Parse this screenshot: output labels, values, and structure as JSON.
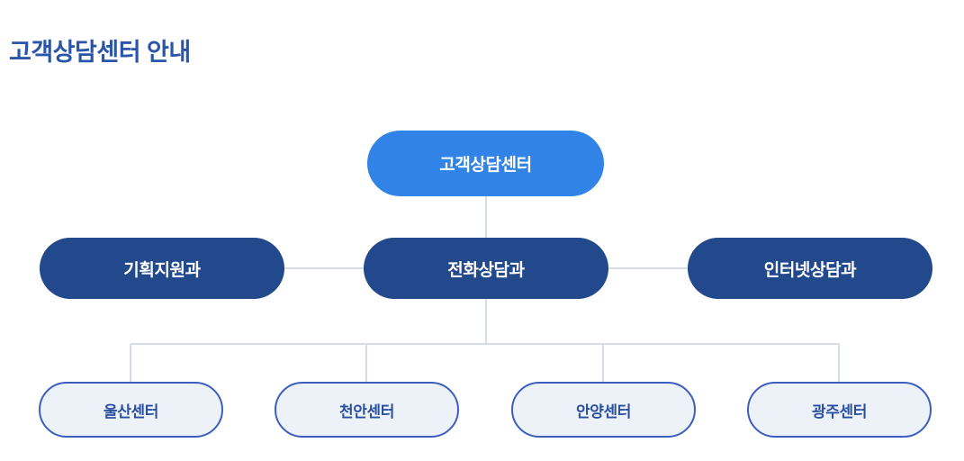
{
  "page": {
    "title": "고객상담센터 안내",
    "title_color": "#2a55a8",
    "background_color": "#ffffff"
  },
  "colors": {
    "root_node_fill": "#3183e8",
    "root_node_text": "#ffffff",
    "dept_node_fill": "#23498d",
    "dept_node_text": "#ffffff",
    "center_node_fill": "#edf1f8",
    "center_node_border": "#3c5fbe",
    "center_node_text": "#2a4fa0",
    "connector_line": "#d7dde8"
  },
  "chart_data": {
    "type": "org-chart",
    "title": "고객상담센터 안내",
    "levels": [
      {
        "level": 1,
        "style": "root",
        "nodes": [
          {
            "id": "root",
            "label": "고객상담센터"
          }
        ]
      },
      {
        "level": 2,
        "style": "dept",
        "nodes": [
          {
            "id": "dept-planning",
            "label": "기획지원과"
          },
          {
            "id": "dept-phone",
            "label": "전화상담과"
          },
          {
            "id": "dept-internet",
            "label": "인터넷상담과"
          }
        ]
      },
      {
        "level": 3,
        "style": "center",
        "nodes": [
          {
            "id": "center-ulsan",
            "label": "울산센터"
          },
          {
            "id": "center-cheonan",
            "label": "천안센터"
          },
          {
            "id": "center-anyang",
            "label": "안양센터"
          },
          {
            "id": "center-gwangju",
            "label": "광주센터"
          }
        ]
      }
    ],
    "edges": [
      {
        "from": "root",
        "to": "dept-phone",
        "orientation": "vertical"
      },
      {
        "from": "dept-phone",
        "to": "dept-planning",
        "orientation": "horizontal"
      },
      {
        "from": "dept-phone",
        "to": "dept-internet",
        "orientation": "horizontal"
      },
      {
        "from": "dept-phone",
        "to": "center-ulsan",
        "orientation": "elbow"
      },
      {
        "from": "dept-phone",
        "to": "center-cheonan",
        "orientation": "elbow"
      },
      {
        "from": "dept-phone",
        "to": "center-anyang",
        "orientation": "elbow"
      },
      {
        "from": "dept-phone",
        "to": "center-gwangju",
        "orientation": "elbow"
      }
    ]
  },
  "nodes": {
    "root": {
      "label": "고객상담센터"
    },
    "dept_planning": {
      "label": "기획지원과"
    },
    "dept_phone": {
      "label": "전화상담과"
    },
    "dept_internet": {
      "label": "인터넷상담과"
    },
    "center_ulsan": {
      "label": "울산센터"
    },
    "center_cheonan": {
      "label": "천안센터"
    },
    "center_anyang": {
      "label": "안양센터"
    },
    "center_gwangju": {
      "label": "광주센터"
    }
  }
}
